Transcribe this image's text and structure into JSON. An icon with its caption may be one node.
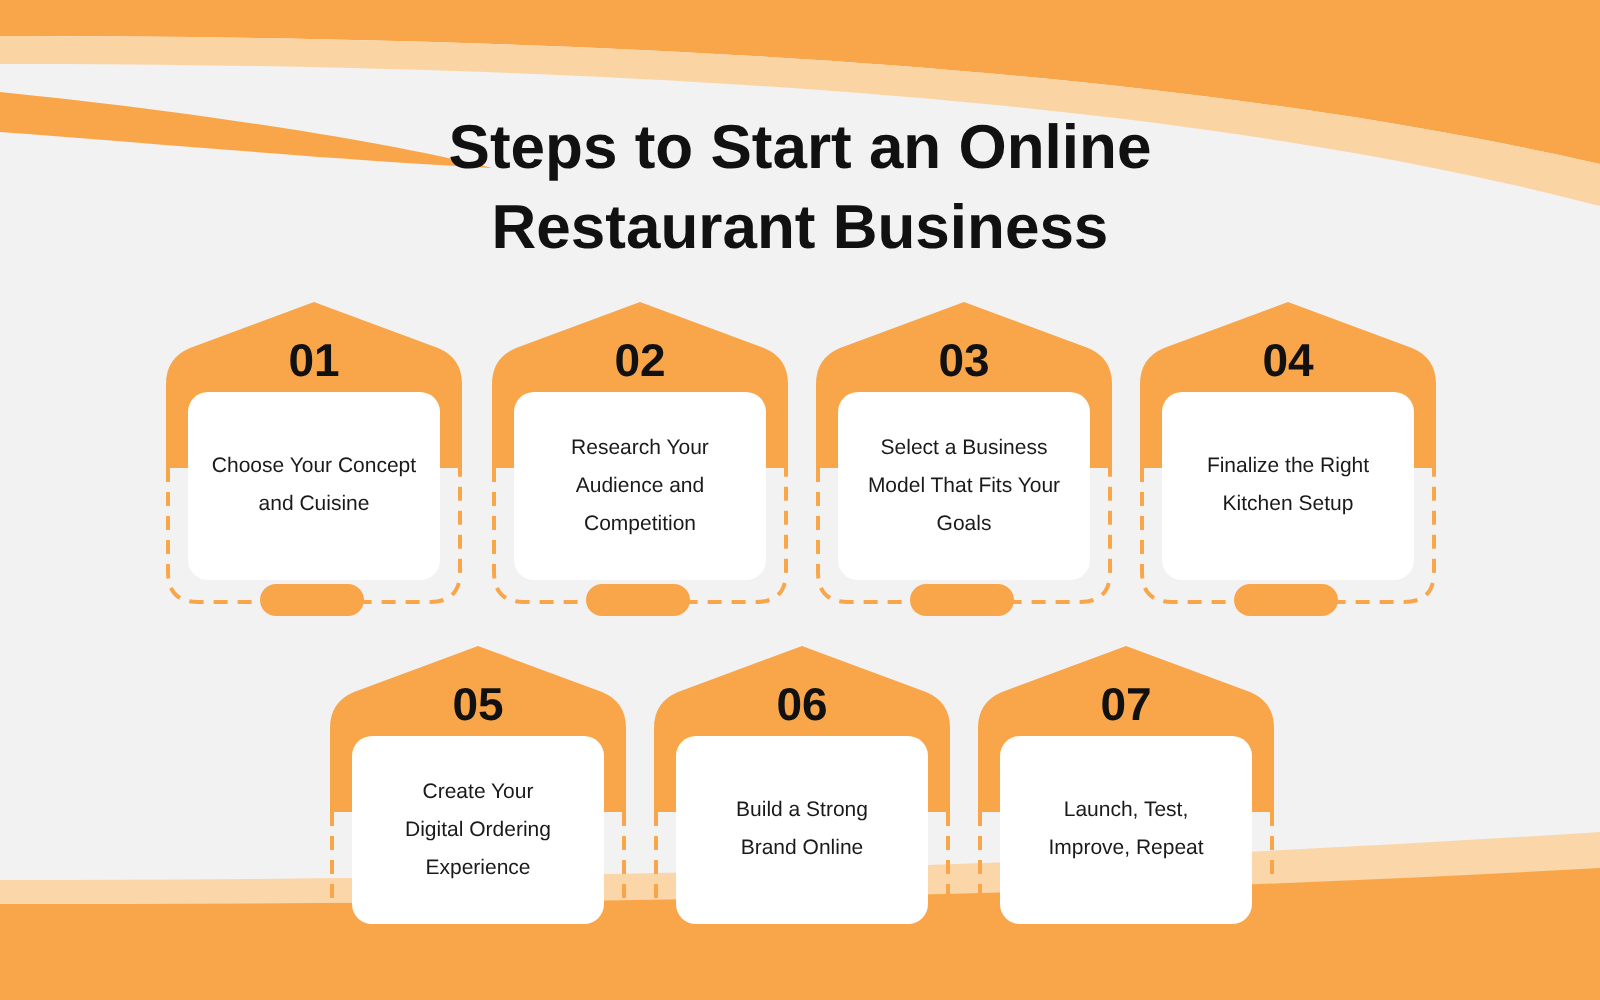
{
  "diagram": {
    "title": "Steps to Start an Online Restaurant Business",
    "nodes": [
      {
        "text": [
          "01",
          "Choose Your Concept and Cuisine"
        ]
      },
      {
        "text": [
          "02",
          "Research Your Audience and Competition"
        ]
      },
      {
        "text": [
          "03",
          "Select a Business Model That Fits Your Goals"
        ]
      },
      {
        "text": [
          "04",
          "Finalize the Right Kitchen Setup"
        ]
      },
      {
        "text": [
          "05",
          "Create Your Digital Ordering Experience"
        ]
      },
      {
        "text": [
          "06",
          "Build a Strong Brand Online"
        ]
      },
      {
        "text": [
          "07",
          "Launch, Test, Improve, Repeat"
        ]
      }
    ]
  }
}
